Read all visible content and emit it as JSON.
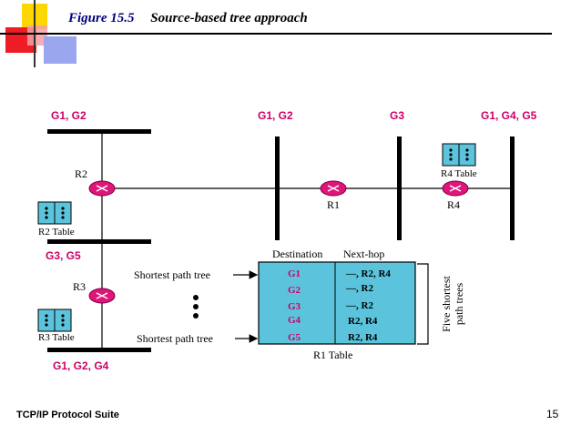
{
  "header": {
    "figure_number": "Figure 15.5",
    "figure_title": "Source-based tree approach"
  },
  "footer": {
    "left": "TCP/IP Protocol Suite",
    "page_number": "15"
  },
  "diagram": {
    "group_labels": {
      "top_left": "G1, G2",
      "top_mid": "G1, G2",
      "top_g3": "G3",
      "top_right": "G1, G4, G5",
      "mid_left": "G3, G5",
      "bottom_left": "G1, G2, G4"
    },
    "routers": {
      "r2": "R2",
      "r1": "R1",
      "r3": "R3",
      "r4": "R4"
    },
    "tables": {
      "r2": "R2 Table",
      "r3": "R3 Table",
      "r4": "R4 Table"
    },
    "arrows": {
      "top": "Shortest path tree",
      "bottom": "Shortest path tree"
    },
    "r1_table": {
      "col_destination": "Destination",
      "col_nexthop": "Next-hop",
      "caption": "R1 Table",
      "rows": [
        {
          "dest": "G1",
          "next": "—, R2, R4"
        },
        {
          "dest": "G2",
          "next": "—, R2"
        },
        {
          "dest": "G3",
          "next": "—, R2"
        },
        {
          "dest": "G4",
          "next": "R2, R4"
        },
        {
          "dest": "G5",
          "next": "R2, R4"
        }
      ]
    },
    "brace_label": [
      "Five shortest",
      "path trees"
    ]
  },
  "colors": {
    "title_blue": "#000080",
    "group_pink": "#cc0066",
    "router_pink": "#e0157a",
    "table_cyan": "#5bc4dc"
  }
}
